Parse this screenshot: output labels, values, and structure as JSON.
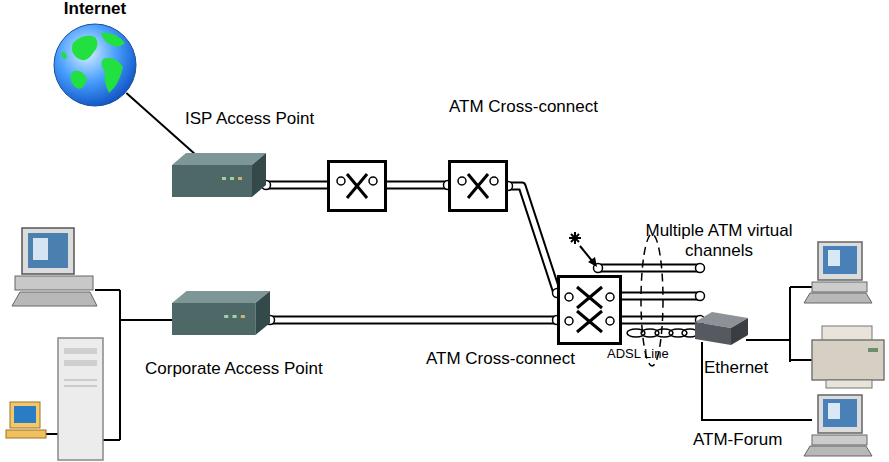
{
  "diagram": {
    "nodes": [
      {
        "text": [
          "Internet"
        ]
      },
      {
        "text": [
          "ISP Access Point"
        ]
      },
      {
        "text": [
          "ATM Cross-connect"
        ]
      },
      {
        "text": [
          "Corporate Access Point"
        ]
      },
      {
        "text": [
          "ATM Cross-connect"
        ]
      }
    ],
    "edges": [
      {
        "from": 0,
        "to": 1,
        "arrow": "none"
      },
      {
        "from": 1,
        "to": 2,
        "arrow": "none"
      },
      {
        "from": 2,
        "to": 4,
        "arrow": "none"
      },
      {
        "from": 3,
        "to": 4,
        "arrow": "none"
      }
    ],
    "labels": [
      "Multiple ATM virtual channels",
      "ADSL Line",
      "Ethernet",
      "ATM-Forum"
    ]
  }
}
